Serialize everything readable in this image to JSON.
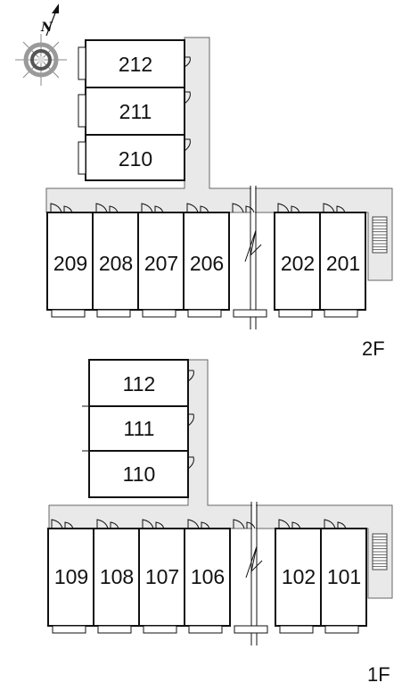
{
  "compass": {
    "north_label": "N"
  },
  "floors": [
    {
      "label": "2F",
      "wing_units": [
        "212",
        "211",
        "210"
      ],
      "row_units": [
        "209",
        "208",
        "207",
        "206",
        "",
        "202",
        "201"
      ]
    },
    {
      "label": "1F",
      "wing_units": [
        "112",
        "111",
        "110"
      ],
      "row_units": [
        "109",
        "108",
        "107",
        "106",
        "",
        "102",
        "101"
      ]
    }
  ]
}
